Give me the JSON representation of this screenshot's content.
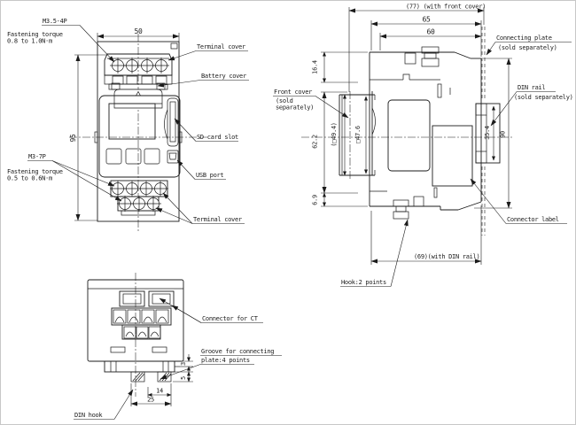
{
  "front": {
    "dim_width": "50",
    "dim_height": "95",
    "m35": "M3.5-4P",
    "m35_torque1": "Fastening torque",
    "m35_torque2": "0.8 to 1.0N·m",
    "terminal_cover_top": "Terminal cover",
    "battery_cover": "Battery cover",
    "sd_slot": "SD card slot",
    "usb": "USB port",
    "m3": "M3-7P",
    "m3_torque1": "Fastening torque",
    "m3_torque2": "0.5 to 0.6N·m",
    "terminal_cover_bottom": "Terminal cover"
  },
  "side": {
    "d77": "(77) (with front cover)",
    "d65": "65",
    "d60": "60",
    "d164": "16.4",
    "d622": "62.2",
    "d69": "6.9",
    "d494": "(□49.4)",
    "d476": "□47.6",
    "d354": "35.4",
    "d90": "90",
    "d69rail": "(69)(with DIN rail)",
    "plate1": "Connecting plate",
    "plate2": "(sold separately)",
    "rail1": "DIN rail",
    "rail2": "(sold separately)",
    "fcover1": "Front cover",
    "fcover2": "(sold",
    "fcover3": "separately)",
    "connector_label": "Connector label",
    "hook": "Hook:2 points"
  },
  "bottom": {
    "d25": "25",
    "d14": "14",
    "d3": "3",
    "d5": "5",
    "ct": "Connector for CT",
    "groove1": "Groove for connecting",
    "groove2": "plate:4 points",
    "din_hook": "DIN hook"
  }
}
